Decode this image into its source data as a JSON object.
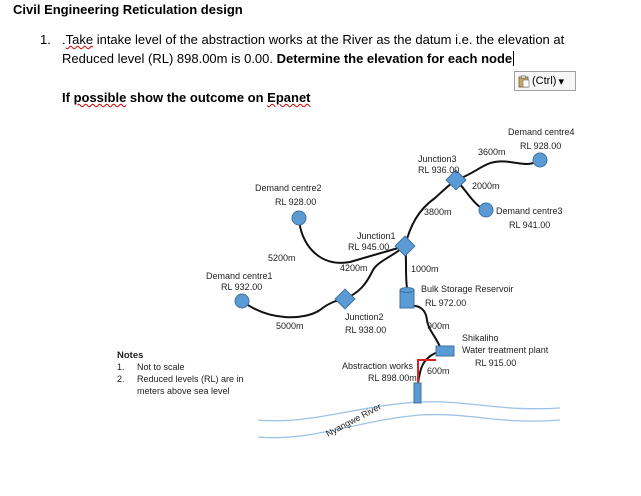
{
  "document": {
    "title": "Civil Engineering Reticulation design",
    "question_number": "1.",
    "q_prefix": ".",
    "q_take": "Take",
    "q_line1_rest": " intake level of the abstraction works at the River as the datum i.e. the elevation at",
    "q_line2_plain": "Reduced level (RL) 898.00m is 0.00. ",
    "q_line2_bold": "Determine the elevation for each node",
    "if_word": "If ",
    "if_possible": "possible",
    "if_mid": " show the outcome on ",
    "if_epanet": "Epanet",
    "paste_label": "(Ctrl)",
    "paste_arrow": "▾"
  },
  "diagram": {
    "colors": {
      "pipe": "#111111",
      "riser": "#e02020",
      "node": "#5b9bd5",
      "node_border": "#41719c",
      "river": "#9dc3e6"
    },
    "demand_centre4": {
      "name": "Demand centre4",
      "rl": "RL 928.00"
    },
    "junction3": {
      "name": "Junction3",
      "rl": "RL 936.00"
    },
    "demand_centre2": {
      "name": "Demand centre2",
      "rl": "RL 928.00"
    },
    "demand_centre3": {
      "name": "Demand centre3",
      "rl": "RL 941.00"
    },
    "junction1": {
      "name": "Junction1",
      "rl": "RL 945.00"
    },
    "demand_centre1": {
      "name": "Demand centre1",
      "rl": "RL 932.00"
    },
    "junction2": {
      "name": "Junction2",
      "rl": "RL 938.00"
    },
    "reservoir": {
      "name": "Bulk Storage Reservoir",
      "rl": "RL 972.00"
    },
    "treatment": {
      "name1": "Shikaliho",
      "name2": "Water treatment plant",
      "rl": "RL 915.00"
    },
    "abstraction": {
      "name": "Abstraction works",
      "rl": "RL 898.00m"
    },
    "river": "Nyangwe River",
    "pipes": {
      "j3_dc4": "3600m",
      "j3_dc3": "2000m",
      "j1_j3": "3800m",
      "dc2_j1": "5200m",
      "j1_j2": "4200m",
      "res_j1": "1000m",
      "dc1_j2": "5000m",
      "wtp_res": "900m",
      "abs_wtp": "600m"
    },
    "notes": {
      "heading": "Notes",
      "n1_num": "1.",
      "n1": "Not to scale",
      "n2_num": "2.",
      "n2a": "Reduced levels (RL) are in",
      "n2b": "meters above sea level"
    }
  }
}
